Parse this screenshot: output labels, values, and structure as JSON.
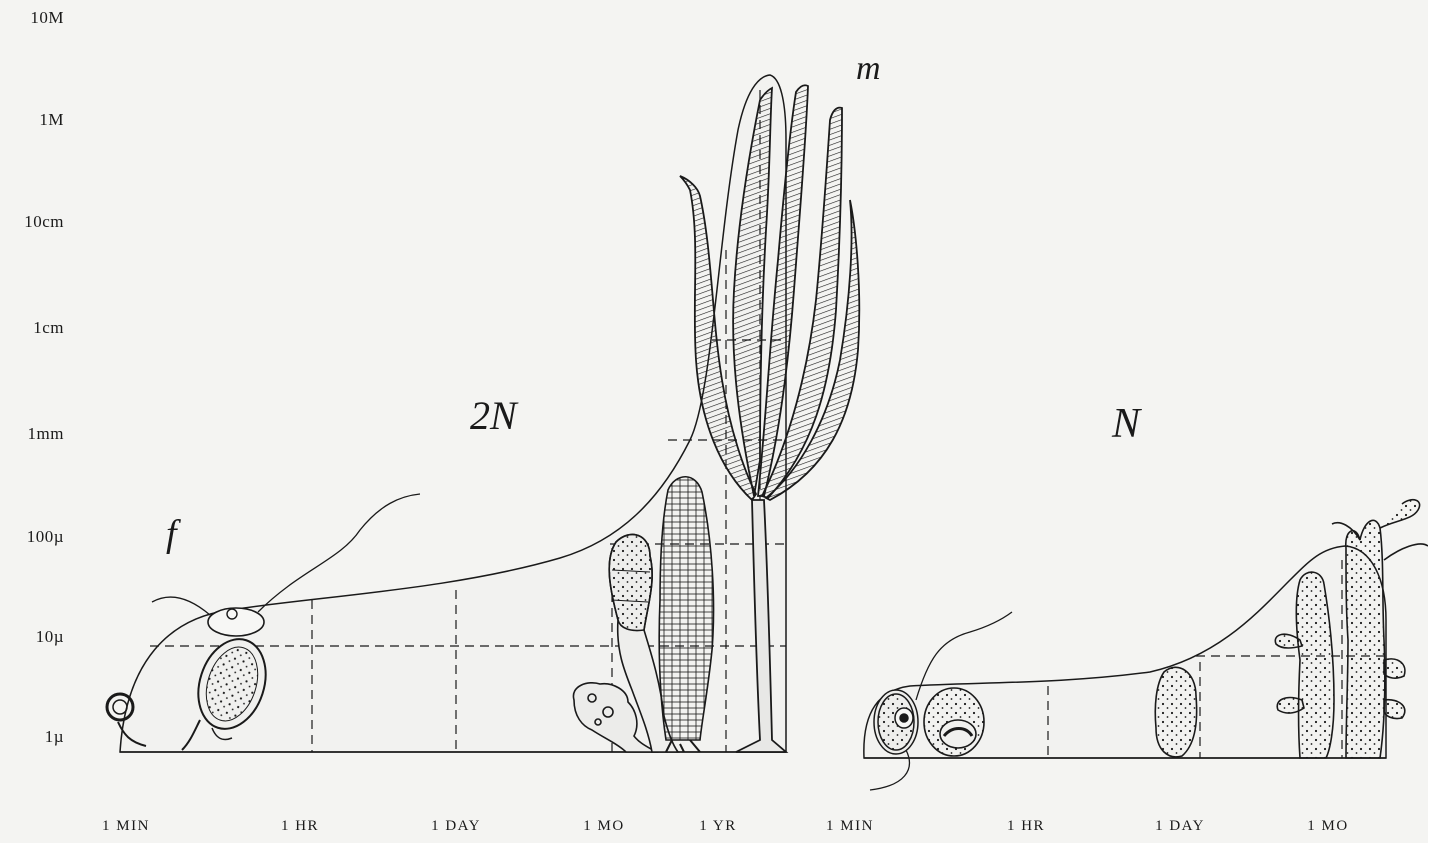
{
  "y_axis": {
    "labels": [
      "10M",
      "1M",
      "10cm",
      "1cm",
      "1mm",
      "100µ",
      "10µ",
      "1µ"
    ]
  },
  "x_axis": {
    "diploid_labels": [
      "1 MIN",
      "1 HR",
      "1 DAY",
      "1 MO",
      "1 YR"
    ],
    "haploid_labels": [
      "1 MIN",
      "1 HR",
      "1 DAY",
      "1 MO"
    ]
  },
  "phase_labels": {
    "diploid": "2N",
    "haploid": "N",
    "fertilization": "f",
    "meiosis": "m"
  },
  "colors": {
    "ink": "#1a1a1a",
    "paper": "#f4f4f2"
  }
}
